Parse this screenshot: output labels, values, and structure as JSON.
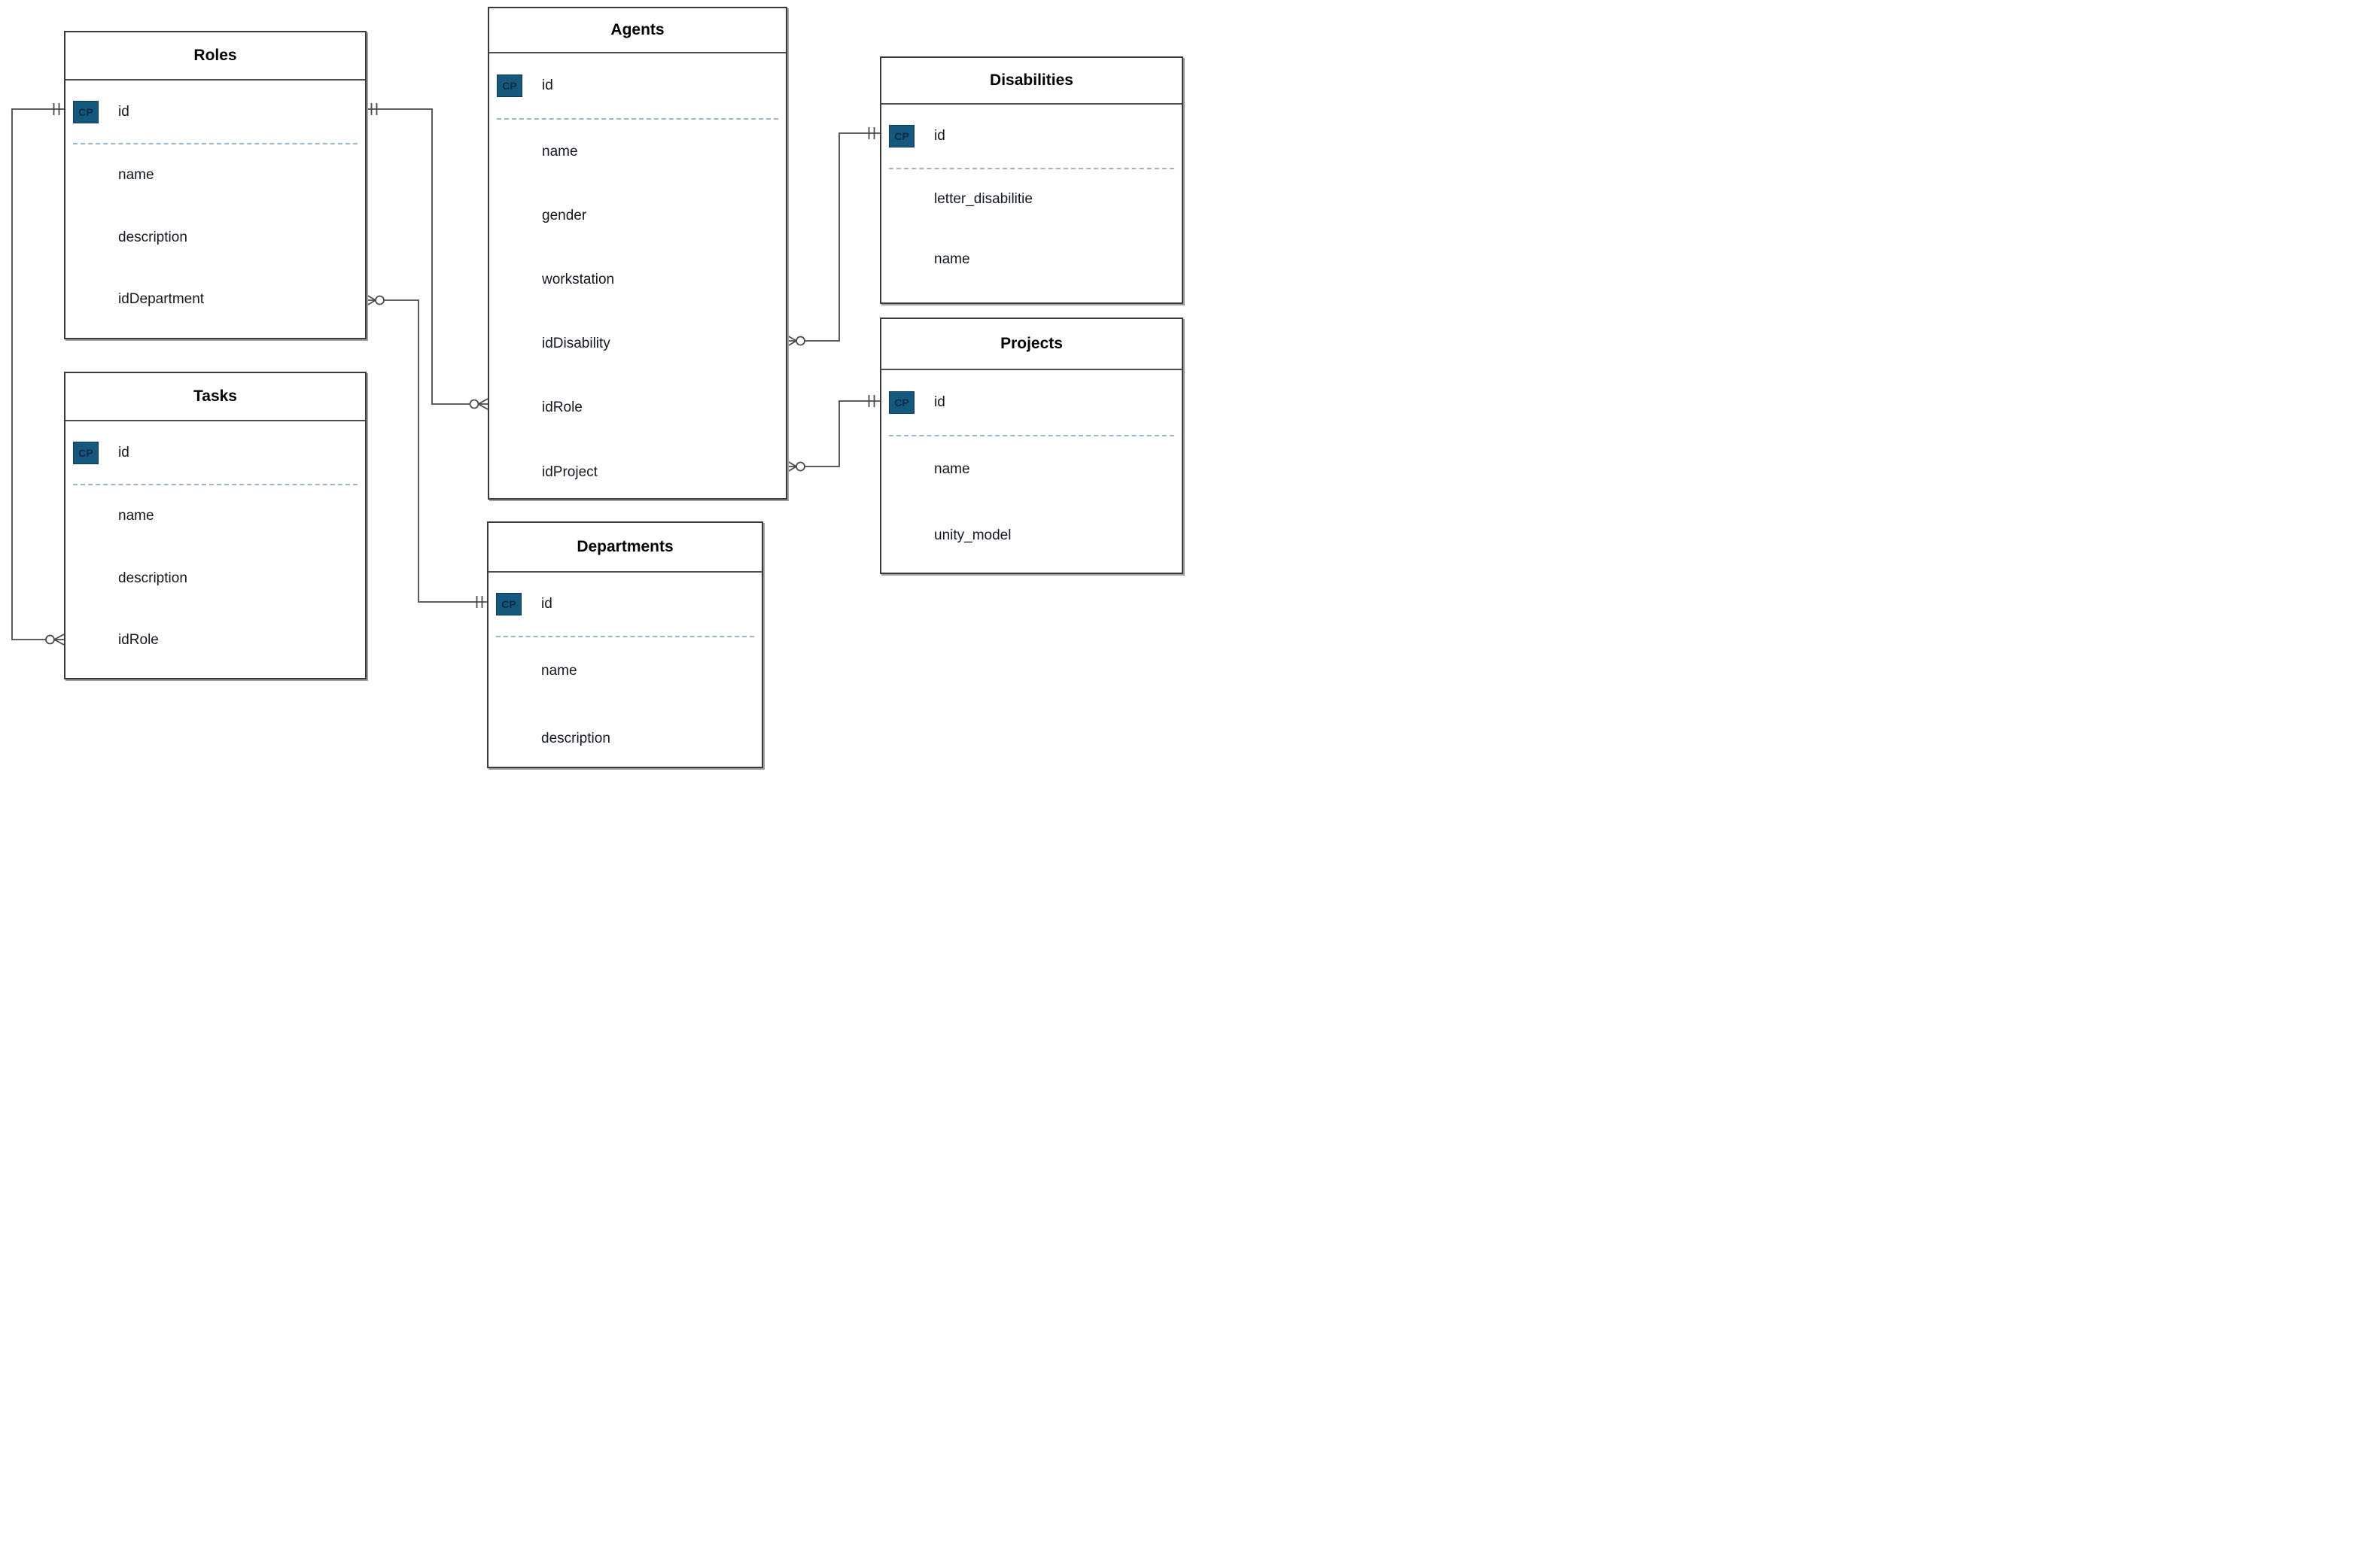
{
  "diagram": {
    "badge_label": "CP",
    "colors": {
      "badge_bg": "#15587e",
      "badge_border": "#0d3a58",
      "badge_text": "#0e2b46",
      "box_border": "#3a3a3a",
      "title_divider": "#4f4f4f",
      "dashed_separator": "#9cb6cb",
      "field_text": "#131722",
      "connector_line": "#4a4a4a"
    },
    "entities": {
      "roles": {
        "title": "Roles",
        "pk": "id",
        "fields": [
          "name",
          "description",
          "idDepartment"
        ]
      },
      "tasks": {
        "title": "Tasks",
        "pk": "id",
        "fields": [
          "name",
          "description",
          "idRole"
        ]
      },
      "agents": {
        "title": "Agents",
        "pk": "id",
        "fields": [
          "name",
          "gender",
          "workstation",
          "idDisability",
          "idRole",
          "idProject"
        ]
      },
      "departments": {
        "title": "Departments",
        "pk": "id",
        "fields": [
          "name",
          "description"
        ]
      },
      "disabilities": {
        "title": "Disabilities",
        "pk": "id",
        "fields": [
          "letter_disabilitie",
          "name"
        ]
      },
      "projects": {
        "title": "Projects",
        "pk": "id",
        "fields": [
          "name",
          "unity_model"
        ]
      }
    },
    "relationships": [
      {
        "name": "roles-tasks",
        "one_end": "Roles.id",
        "many_end": "Tasks.idRole",
        "one_symbol": "exactly-one",
        "many_symbol": "zero-or-many"
      },
      {
        "name": "roles-agents",
        "one_end": "Roles.id",
        "many_end": "Agents.idRole",
        "one_symbol": "exactly-one",
        "many_symbol": "zero-or-many"
      },
      {
        "name": "departments-roles",
        "one_end": "Departments.id",
        "many_end": "Roles.idDepartment",
        "one_symbol": "exactly-one",
        "many_symbol": "zero-or-many"
      },
      {
        "name": "disabilities-agents",
        "one_end": "Disabilities.id",
        "many_end": "Agents.idDisability",
        "one_symbol": "exactly-one",
        "many_symbol": "zero-or-many"
      },
      {
        "name": "projects-agents",
        "one_end": "Projects.id",
        "many_end": "Agents.idProject",
        "one_symbol": "exactly-one",
        "many_symbol": "zero-or-many"
      }
    ]
  }
}
